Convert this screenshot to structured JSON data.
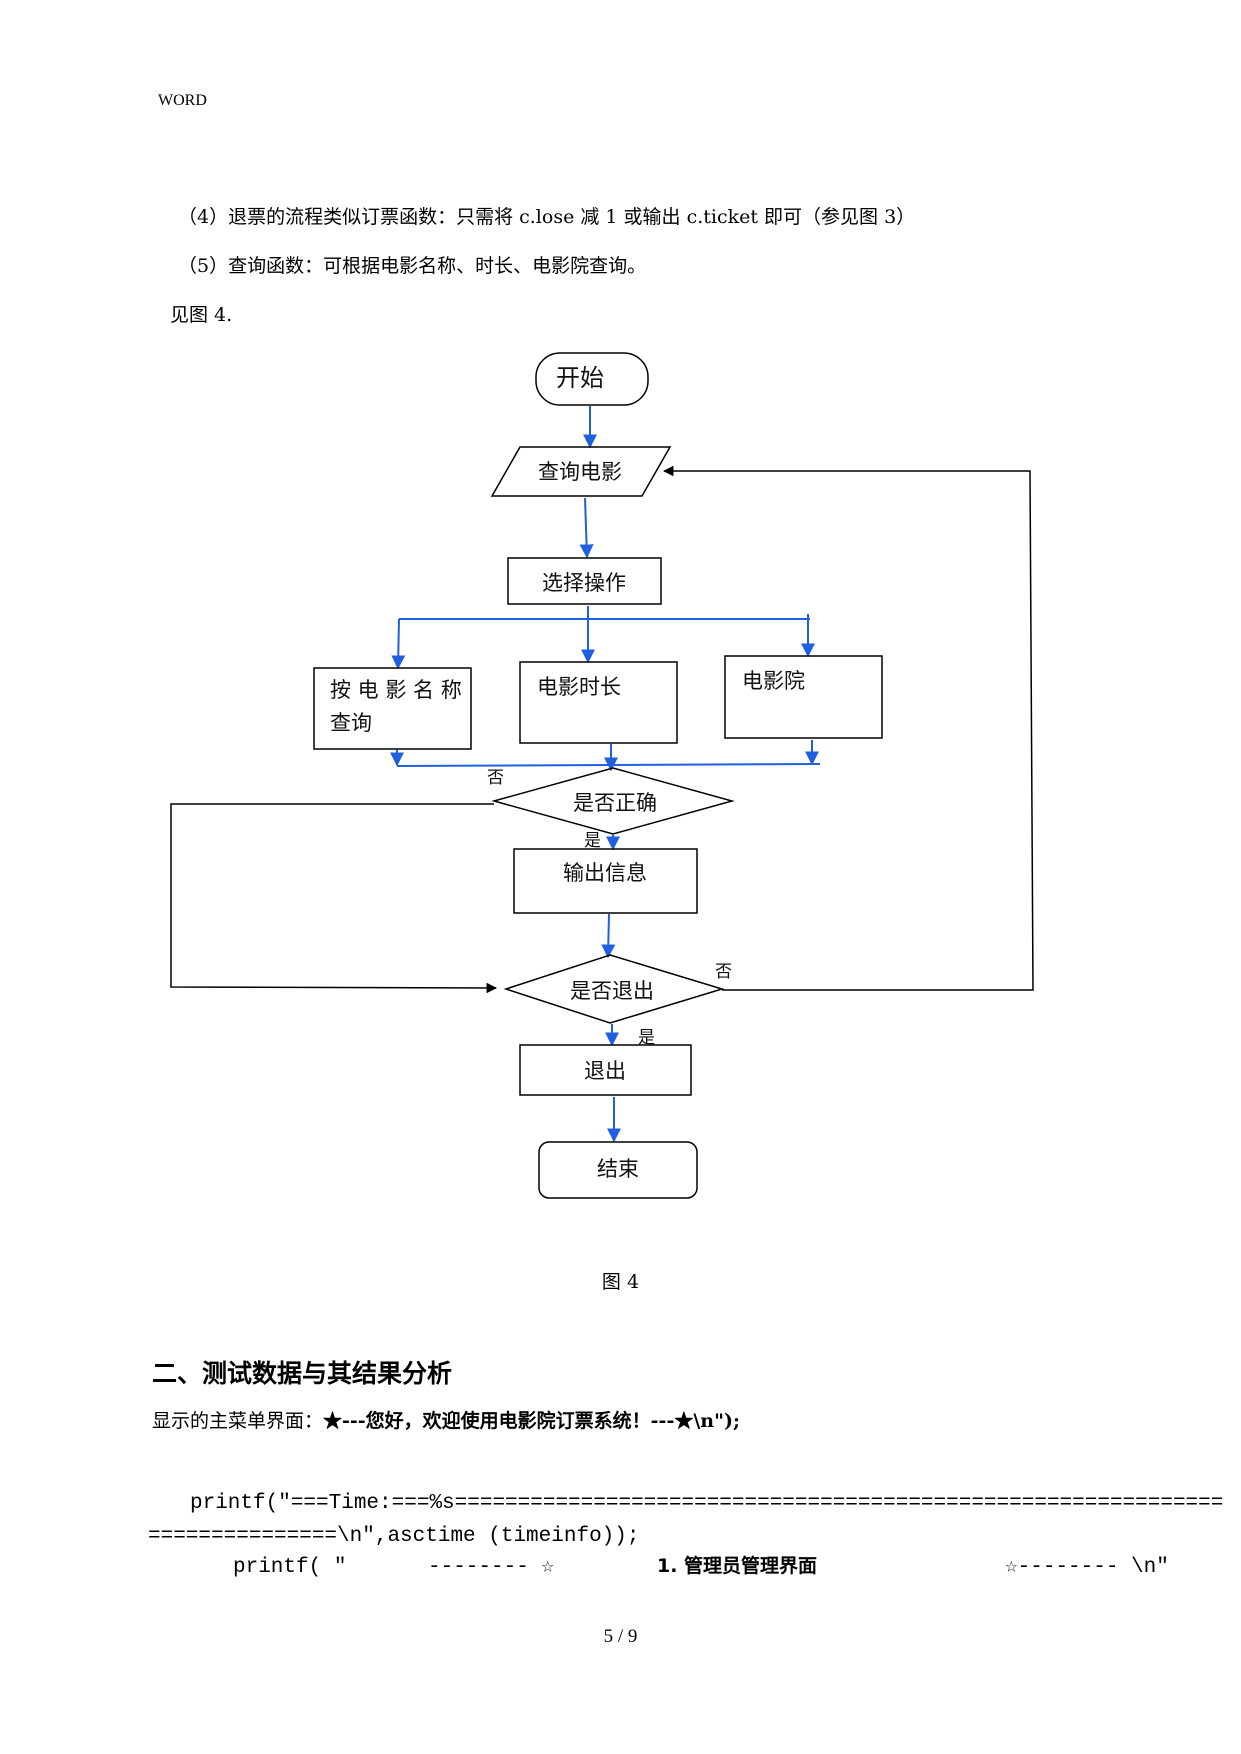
{
  "header": {
    "label": "WORD"
  },
  "paragraphs": {
    "p4": "（4）退票的流程类似订票函数：只需将 c.lose 减 1 或输出 c.ticket 即可（参见图 3）",
    "p5": "（5）查询函数：可根据电影名称、时长、电影院查询。",
    "see": "见图 4."
  },
  "flowchart": {
    "start": "开始",
    "query": "查询电影",
    "select": "选择操作",
    "by_name_line1": "按 电 影 名 称",
    "by_name_line2": "查询",
    "by_duration": "电影时长",
    "by_cinema": "电影院",
    "decision_correct": "是否正确",
    "output_info": "输出信息",
    "decision_exit": "是否退出",
    "exit": "退出",
    "end": "结束",
    "label_no_1": "否",
    "label_yes_1": "是",
    "label_no_2": "否",
    "label_yes_2": "是",
    "colors": {
      "arrow": "#1f5fe0",
      "box": "#000000"
    }
  },
  "figure_caption": "图 4",
  "section": {
    "title": "二、测试数据与其结果分析",
    "menu_prefix": "显示的主菜单界面：",
    "menu_text": "★---您好，欢迎使用电影院订票系统！---★\\n\");"
  },
  "code": {
    "line1": "printf(\"===Time:===%s=============================================================",
    "line2": "===============\\n\",asctime (timeinfo));",
    "line3_a": "printf( \"",
    "line3_b": "-------- ☆",
    "line3_c": "1. 管理员管理界面",
    "line3_d": "☆-------- \\n\""
  },
  "footer": {
    "page": "5 / 9"
  }
}
